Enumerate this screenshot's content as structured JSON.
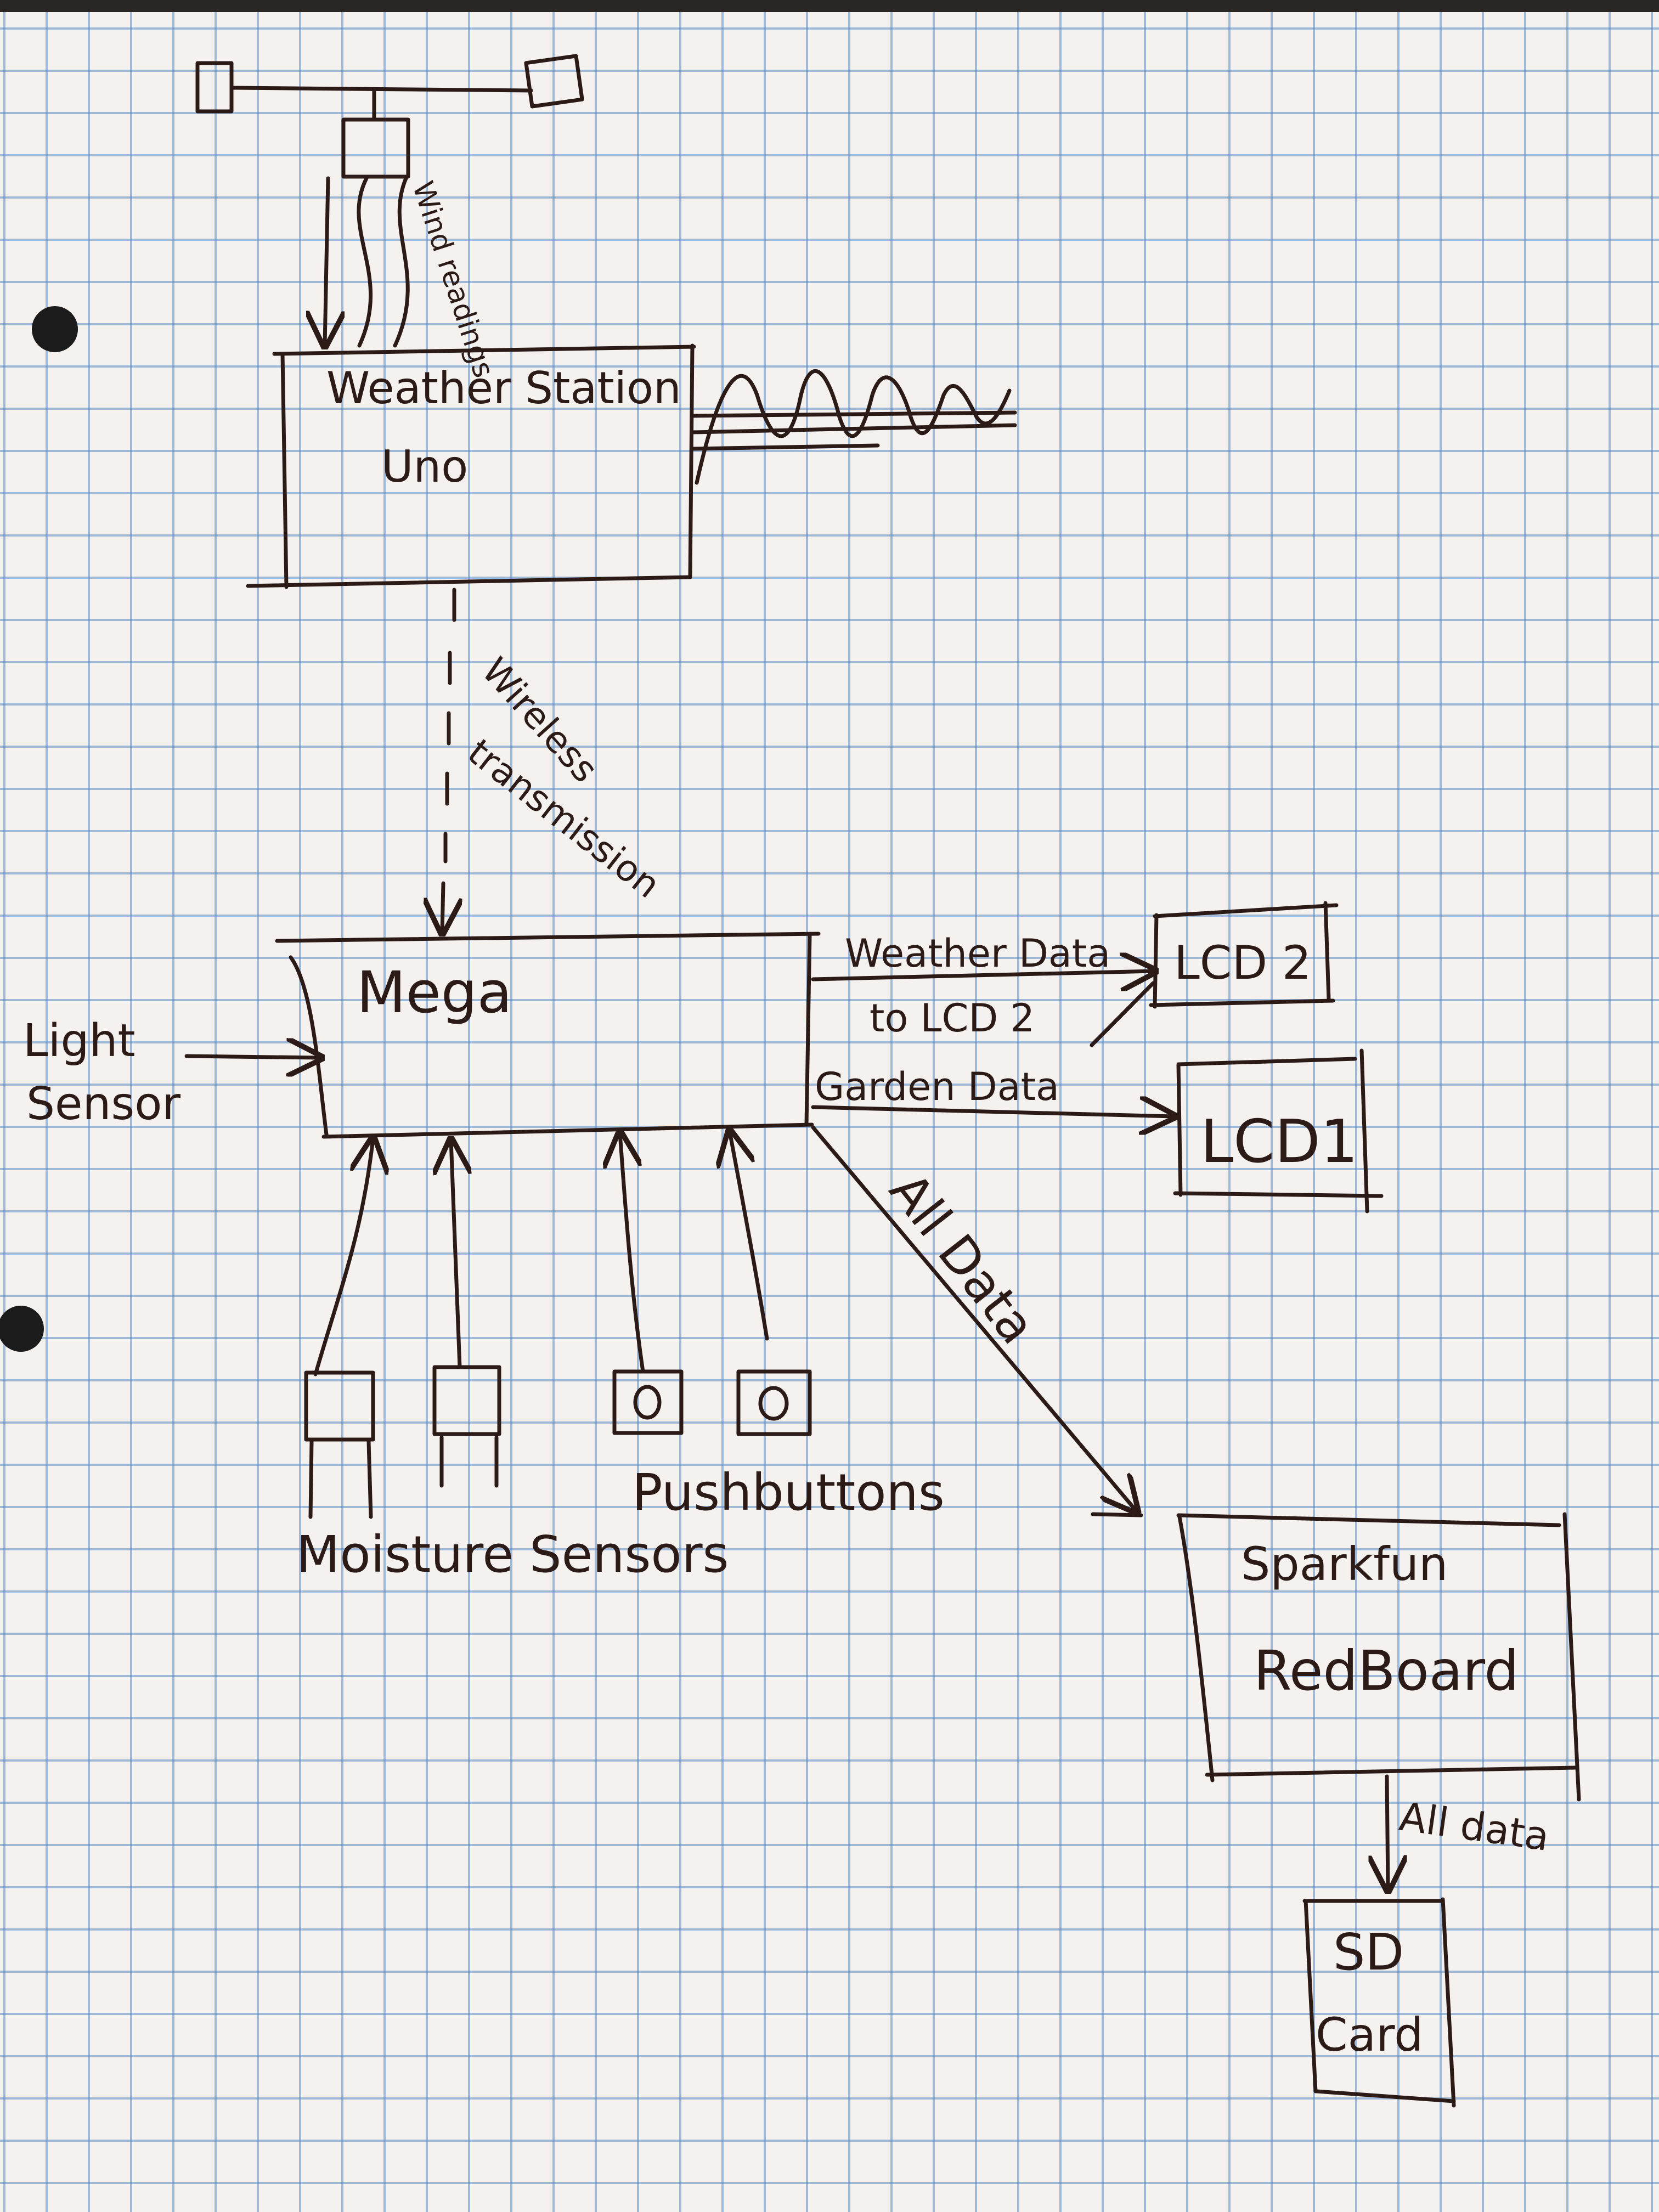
{
  "nodes": {
    "weather_station": {
      "line1": "Weather Station",
      "line2": "Uno"
    },
    "mega": "Mega",
    "lcd2": "LCD 2",
    "lcd1": "LCD1",
    "redboard": {
      "line1": "Sparkfun",
      "line2": "RedBoard"
    },
    "sd_card": {
      "line1": "SD",
      "line2": "Card"
    },
    "light_sensor": {
      "line1": "Light",
      "line2": "Sensor"
    }
  },
  "labels": {
    "wind_readings": "Wind readings",
    "wireless_transmission": {
      "line1": "Wireless",
      "line2": "transmission"
    },
    "weather_data_to_lcd2": {
      "line1": "Weather Data",
      "line2": "to LCD 2"
    },
    "garden_data": "Garden Data",
    "all_data_mega": "All Data",
    "all_data_sd": "All data",
    "moisture_sensors": "Moisture Sensors",
    "pushbuttons": "Pushbuttons",
    "pushbutton_symbol": "0"
  }
}
